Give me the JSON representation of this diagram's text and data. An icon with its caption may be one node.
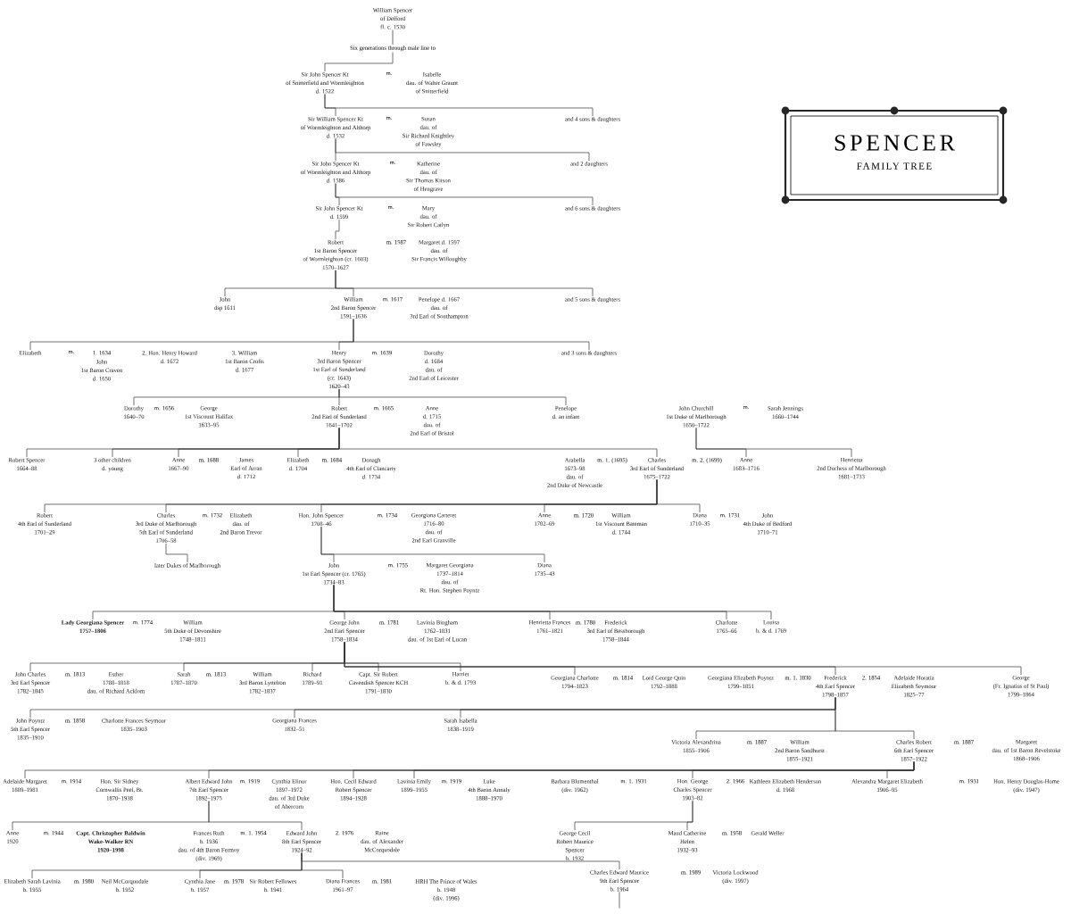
{
  "diagram": {
    "title": "SPENCER",
    "nodes": [
      {
        "text": [
          "William Spencer",
          "of Defford",
          "fl. c. 1530"
        ]
      },
      {
        "text": [
          "Sir John Spencer Kt",
          "of Snitterfield and Wormleighton",
          "d. 1522"
        ]
      },
      {
        "text": [
          "Isabelle",
          "dau. of Walter Graunt",
          "of Snitterfield"
        ]
      },
      {
        "text": [
          "Sir William Spencer Kt",
          "of Wormleighton and Althorp",
          "d. 1532"
        ]
      },
      {
        "text": [
          "Susan",
          "dau. of",
          "Sir Richard Knightley",
          "of Fawsley"
        ]
      },
      {
        "text": [
          "and 4 sons & daughters"
        ]
      },
      {
        "text": [
          "Sir John Spencer Kt",
          "of Wormleighton and Althorp",
          "d. 1586"
        ]
      },
      {
        "text": [
          "Katherine",
          "dau. of",
          "Sir Thomas Kitson",
          "of Hengrave"
        ]
      },
      {
        "text": [
          "and 2 daughters"
        ]
      },
      {
        "text": [
          "Sir John Spencer Kt",
          "d. 1599"
        ]
      },
      {
        "text": [
          "Mary",
          "dau. of",
          "Sir Robert Catlyn"
        ]
      },
      {
        "text": [
          "and 6 sons & daughters"
        ]
      },
      {
        "text": [
          "Robert",
          "1st Baron Spencer",
          "of Wormleighton (cr. 1603)",
          "1570–1627"
        ]
      },
      {
        "text": [
          "Margaret d. 1597",
          "dau. of",
          "Sir Francis Willoughby"
        ]
      },
      {
        "text": [
          "John",
          "dsp 1611"
        ]
      },
      {
        "text": [
          "William",
          "2nd Baron Spencer",
          "1591–1636"
        ]
      },
      {
        "text": [
          "Penelope d. 1667",
          "dau. of",
          "3rd Earl of Southampton"
        ]
      },
      {
        "text": [
          "and 5 sons & daughters"
        ]
      },
      {
        "text": [
          "Elizabeth"
        ]
      },
      {
        "text": [
          "John",
          "1st Baron Craven",
          "d. 1650"
        ]
      },
      {
        "text": [
          "2. Hon. Henry Howard",
          "d. 1672"
        ]
      },
      {
        "text": [
          "3. William",
          "1st Baron Crofts",
          "d. 1677"
        ]
      },
      {
        "text": [
          "Henry",
          "3rd Baron Spencer",
          "1st Earl of Sunderland",
          "(cr. 1643)",
          "1620–43"
        ]
      },
      {
        "text": [
          "Dorothy",
          "d. 1684",
          "dau. of",
          "2nd Earl of Leicester"
        ]
      },
      {
        "text": [
          "and 3 sons & daughters"
        ]
      },
      {
        "text": [
          "Dorothy",
          "1640–70"
        ]
      },
      {
        "text": [
          "George",
          "1st Viscount Halifax",
          "1633–95"
        ]
      },
      {
        "text": [
          "Robert",
          "2nd Earl of Sunderland",
          "1641–1702"
        ]
      },
      {
        "text": [
          "Anne",
          "d. 1715",
          "dau. of",
          "2nd Earl of Bristol"
        ]
      },
      {
        "text": [
          "Penelope",
          "d. an infant"
        ]
      },
      {
        "text": [
          "John Churchill",
          "1st Duke of Marlborough",
          "1650–1722"
        ]
      },
      {
        "text": [
          "Sarah Jennings",
          "1660–1744"
        ]
      },
      {
        "text": [
          "Robert Spencer",
          "1664–88"
        ]
      },
      {
        "text": [
          "3 other children",
          "d. young"
        ]
      },
      {
        "text": [
          "Anne",
          "1667–90"
        ]
      },
      {
        "text": [
          "James",
          "Earl of Arran",
          "d. 1712"
        ]
      },
      {
        "text": [
          "Elizabeth",
          "d. 1704"
        ]
      },
      {
        "text": [
          "Donagh",
          "4th Earl of Clancarty",
          "d. 1734"
        ]
      },
      {
        "text": [
          "Arabella",
          "1673–98",
          "dau. of",
          "2nd Duke of Newcastle"
        ]
      },
      {
        "text": [
          "Charles",
          "3rd Earl of Sunderland",
          "1675–1722"
        ]
      },
      {
        "text": [
          "Anne",
          "1683–1716"
        ]
      },
      {
        "text": [
          "Henrietta",
          "2nd Duchess of Marlborough",
          "1681–1733"
        ]
      },
      {
        "text": [
          "Robert",
          "4th Earl of Sunderland",
          "1701–29"
        ]
      },
      {
        "text": [
          "Charles",
          "3rd Duke of Marlborough",
          "5th Earl of Sunderland",
          "1706–58"
        ]
      },
      {
        "text": [
          "Elizabeth",
          "dau. of",
          "2nd Baron Trevor"
        ]
      },
      {
        "text": [
          "later Dukes of Marlborough"
        ]
      },
      {
        "text": [
          "Hon. John Spencer",
          "1708–46"
        ]
      },
      {
        "text": [
          "Georgiana Carteret",
          "1716–80",
          "dau. of",
          "2nd Earl Granville"
        ]
      },
      {
        "text": [
          "Anne",
          "1702–69"
        ]
      },
      {
        "text": [
          "William",
          "1st Viscount Bateman",
          "d. 1744"
        ]
      },
      {
        "text": [
          "Diana",
          "1710–35"
        ]
      },
      {
        "text": [
          "John",
          "4th Duke of Bedford",
          "1710–71"
        ]
      },
      {
        "text": [
          "John",
          "1st Earl Spencer (cr. 1765)",
          "1734–83"
        ]
      },
      {
        "text": [
          "Margaret Georgiana",
          "1737–1814",
          "dau. of",
          "Rt. Hon. Stephen Poyntz"
        ]
      },
      {
        "text": [
          "Diana",
          "1735–43"
        ]
      },
      {
        "text": [
          "Lady Georgiana Spencer",
          "1757–1806"
        ]
      },
      {
        "text": [
          "William",
          "5th Duke of Devonshire",
          "1748–1811"
        ]
      },
      {
        "text": [
          "George John",
          "2nd Earl Spencer",
          "1758–1834"
        ]
      },
      {
        "text": [
          "Lavinia Bingham",
          "1762–1831",
          "dau. of 1st Earl of Lucan"
        ]
      },
      {
        "text": [
          "Henrietta Frances",
          "1761–1821"
        ]
      },
      {
        "text": [
          "Frederick",
          "3rd Earl of Bessborough",
          "1758–1844"
        ]
      },
      {
        "text": [
          "Charlotte",
          "1765–66"
        ]
      },
      {
        "text": [
          "Louisa",
          "b. & d. 1769"
        ]
      },
      {
        "text": [
          "John Charles",
          "3rd Earl Spencer",
          "1782–1845"
        ]
      },
      {
        "text": [
          "Esther",
          "1788–1818",
          "dau. of Richard Acklom"
        ]
      },
      {
        "text": [
          "Sarah",
          "1787–1870"
        ]
      },
      {
        "text": [
          "William",
          "3rd Baron Lyttelton",
          "1782–1837"
        ]
      },
      {
        "text": [
          "Richard",
          "1789–91"
        ]
      },
      {
        "text": [
          "Capt. Sir Robert",
          "Cavendish Spencer KCH",
          "1791–1830"
        ]
      },
      {
        "text": [
          "Harriet",
          "b. & d. 1793"
        ]
      },
      {
        "text": [
          "Georgiana Charlotte",
          "1794–1823"
        ]
      },
      {
        "text": [
          "Lord George Quin",
          "1792–1888"
        ]
      },
      {
        "text": [
          "Georgiana Elizabeth Poyntz",
          "1799–1851"
        ]
      },
      {
        "text": [
          "Frederick",
          "4th Earl Spencer",
          "1798–1857"
        ]
      },
      {
        "text": [
          "Adelaide Horatia",
          "Elizabeth Seymour",
          "1825–77"
        ]
      },
      {
        "text": [
          "George",
          "(Fr. Ignatius of St Paul)",
          "1799–1864"
        ]
      },
      {
        "text": [
          "John Poyntz",
          "5th Earl Spencer",
          "1835–1910"
        ]
      },
      {
        "text": [
          "Charlotte Frances Seymour",
          "1835–1903"
        ]
      },
      {
        "text": [
          "Georgiana Frances",
          "1832–51"
        ]
      },
      {
        "text": [
          "Sarah Isabella",
          "1838–1919"
        ]
      },
      {
        "text": [
          "Victoria Alexandrina",
          "1855–1906"
        ]
      },
      {
        "text": [
          "William",
          "2nd Baron Sandhurst",
          "1855–1921"
        ]
      },
      {
        "text": [
          "Charles Robert",
          "6th Earl Spencer",
          "1857–1922"
        ]
      },
      {
        "text": [
          "Margaret",
          "dau. of 1st Baron Revelstoke",
          "1868–1906"
        ]
      },
      {
        "text": [
          "Adelaide Margaret",
          "1889–1981"
        ]
      },
      {
        "text": [
          "Hon. Sir Sidney",
          "Cornwallis Peel, Bt.",
          "1870–1938"
        ]
      },
      {
        "text": [
          "Albert Edward John",
          "7th Earl Spencer",
          "1892–1975"
        ]
      },
      {
        "text": [
          "Cynthia Elinor",
          "1897–1972",
          "dau. of 3rd Duke",
          "of Abercorn"
        ]
      },
      {
        "text": [
          "Hon. Cecil Edward",
          "Robert Spencer",
          "1894–1928"
        ]
      },
      {
        "text": [
          "Lavinia Emily",
          "1899–1955"
        ]
      },
      {
        "text": [
          "Luke",
          "4th Baron Annaly",
          "1888–1970"
        ]
      },
      {
        "text": [
          "Barbara Blumenthal",
          "(div. 1962)"
        ]
      },
      {
        "text": [
          "Hon. George",
          "Charles Spencer",
          "1903–82"
        ]
      },
      {
        "text": [
          "Kathleen Elizabeth Henderson",
          "d. 1968"
        ]
      },
      {
        "text": [
          "Alexandra Margaret Elizabeth",
          "1906–95"
        ]
      },
      {
        "text": [
          "Hon. Henry Douglas-Home",
          "(div. 1947)"
        ]
      },
      {
        "text": [
          "Anne",
          "1920"
        ]
      },
      {
        "text": [
          "Capt. Christopher Baldwin",
          "Wake-Walker RN",
          "1920–1998"
        ]
      },
      {
        "text": [
          "Frances Ruth",
          "b. 1936",
          "dau. of 4th Baron Fermoy",
          "(div. 1969)"
        ]
      },
      {
        "text": [
          "Edward John",
          "8th Earl Spencer",
          "1924–92"
        ]
      },
      {
        "text": [
          "Raine",
          "dau. of Alexander",
          "McCorquodale"
        ]
      },
      {
        "text": [
          "George Cecil",
          "Robert Maurice",
          "Spencer",
          "b. 1932"
        ]
      },
      {
        "text": [
          "Maud Catherine",
          "Helen",
          "1932–93"
        ]
      },
      {
        "text": [
          "Gerald Weller"
        ]
      },
      {
        "text": [
          "Elizabeth Sarah Lavinia",
          "b. 1955"
        ]
      },
      {
        "text": [
          "Neil McCorquodale",
          "b. 1952"
        ]
      },
      {
        "text": [
          "Cynthia Jane",
          "b. 1957"
        ]
      },
      {
        "text": [
          "Sir Robert Fellowes",
          "b. 1941"
        ]
      },
      {
        "text": [
          "Diana Frances",
          "1961–97"
        ]
      },
      {
        "text": [
          "HRH The Prince of Wales",
          "b. 1948",
          "(div. 1996)"
        ]
      },
      {
        "text": [
          "Charles Edward Maurice",
          "9th Earl Spencer",
          "b. 1964"
        ]
      },
      {
        "text": [
          "Victoria Lockwood",
          "(div. 1997)"
        ]
      }
    ],
    "edges": [
      {
        "from": 0,
        "to": 1,
        "arrow": "none",
        "label": "Six generations through male line to"
      },
      {
        "from": 1,
        "to": 3,
        "arrow": "none"
      },
      {
        "from": 1,
        "to": 5,
        "arrow": "none"
      },
      {
        "from": 3,
        "to": 6,
        "arrow": "none"
      },
      {
        "from": 3,
        "to": 8,
        "arrow": "none"
      },
      {
        "from": 6,
        "to": 9,
        "arrow": "none"
      },
      {
        "from": 6,
        "to": 11,
        "arrow": "none"
      },
      {
        "from": 9,
        "to": 12,
        "arrow": "none"
      },
      {
        "from": 12,
        "to": 14,
        "arrow": "none"
      },
      {
        "from": 12,
        "to": 15,
        "arrow": "none"
      },
      {
        "from": 12,
        "to": 17,
        "arrow": "none"
      },
      {
        "from": 15,
        "to": 18,
        "arrow": "none"
      },
      {
        "from": 15,
        "to": 22,
        "arrow": "none"
      },
      {
        "from": 15,
        "to": 24,
        "arrow": "none"
      },
      {
        "from": 22,
        "to": 25,
        "arrow": "none"
      },
      {
        "from": 22,
        "to": 27,
        "arrow": "none"
      },
      {
        "from": 22,
        "to": 29,
        "arrow": "none"
      },
      {
        "from": 27,
        "to": 32,
        "arrow": "none"
      },
      {
        "from": 27,
        "to": 33,
        "arrow": "none"
      },
      {
        "from": 27,
        "to": 34,
        "arrow": "none"
      },
      {
        "from": 27,
        "to": 36,
        "arrow": "none"
      },
      {
        "from": 27,
        "to": 39,
        "arrow": "none"
      },
      {
        "from": 30,
        "to": 40,
        "arrow": "none"
      },
      {
        "from": 30,
        "to": 41,
        "arrow": "none"
      },
      {
        "from": 39,
        "to": 42,
        "arrow": "none"
      },
      {
        "from": 39,
        "to": 43,
        "arrow": "none"
      },
      {
        "from": 39,
        "to": 46,
        "arrow": "none"
      },
      {
        "from": 39,
        "to": 48,
        "arrow": "none"
      },
      {
        "from": 39,
        "to": 50,
        "arrow": "none"
      },
      {
        "from": 43,
        "to": 45,
        "arrow": "none"
      },
      {
        "from": 46,
        "to": 52,
        "arrow": "none"
      },
      {
        "from": 46,
        "to": 54,
        "arrow": "none"
      },
      {
        "from": 52,
        "to": 55,
        "arrow": "none"
      },
      {
        "from": 52,
        "to": 57,
        "arrow": "none"
      },
      {
        "from": 52,
        "to": 59,
        "arrow": "none"
      },
      {
        "from": 52,
        "to": 61,
        "arrow": "none"
      },
      {
        "from": 52,
        "to": 62,
        "arrow": "none"
      },
      {
        "from": 57,
        "to": 63,
        "arrow": "none"
      },
      {
        "from": 57,
        "to": 65,
        "arrow": "none"
      },
      {
        "from": 57,
        "to": 67,
        "arrow": "none"
      },
      {
        "from": 57,
        "to": 68,
        "arrow": "none"
      },
      {
        "from": 57,
        "to": 69,
        "arrow": "none"
      },
      {
        "from": 57,
        "to": 70,
        "arrow": "none"
      },
      {
        "from": 57,
        "to": 73,
        "arrow": "none"
      },
      {
        "from": 57,
        "to": 75,
        "arrow": "none"
      },
      {
        "from": 73,
        "to": 76,
        "arrow": "none"
      },
      {
        "from": 73,
        "to": 78,
        "arrow": "none"
      },
      {
        "from": 73,
        "to": 79,
        "arrow": "none"
      },
      {
        "from": 73,
        "to": 80,
        "arrow": "none"
      },
      {
        "from": 73,
        "to": 82,
        "arrow": "none"
      },
      {
        "from": 82,
        "to": 84,
        "arrow": "none"
      },
      {
        "from": 82,
        "to": 86,
        "arrow": "none"
      },
      {
        "from": 82,
        "to": 88,
        "arrow": "none"
      },
      {
        "from": 82,
        "to": 89,
        "arrow": "none"
      },
      {
        "from": 82,
        "to": 92,
        "arrow": "none"
      },
      {
        "from": 82,
        "to": 94,
        "arrow": "none"
      },
      {
        "from": 86,
        "to": 96,
        "arrow": "none"
      },
      {
        "from": 86,
        "to": 99,
        "arrow": "none"
      },
      {
        "from": 92,
        "to": 101,
        "arrow": "none"
      },
      {
        "from": 92,
        "to": 102,
        "arrow": "none"
      },
      {
        "from": 99,
        "to": 104,
        "arrow": "none"
      },
      {
        "from": 99,
        "to": 106,
        "arrow": "none"
      },
      {
        "from": 99,
        "to": 108,
        "arrow": "none"
      },
      {
        "from": 99,
        "to": 110,
        "arrow": "none"
      },
      {
        "from": 110,
        "to": null,
        "arrow": "none"
      }
    ],
    "labels": [
      "FAMILY TREE",
      "m.",
      "m.",
      "m.",
      "m.",
      "m. 1587",
      "m. 1617",
      "m.",
      "1. 1634",
      "m. 1639",
      "m. 1656",
      "m. 1665",
      "m.",
      "m. 1688",
      "m. 1684",
      "m. 1. (1695)",
      "m. 2. (1699)",
      "m. 1732",
      "m. 1734",
      "m. 1720",
      "m. 1731",
      "m. 1755",
      "m. 1774",
      "m. 1781",
      "m. 1780",
      "m. 1813",
      "m. 1813",
      "m. 1814",
      "m. 1. 1830",
      "2. 1854",
      "m. 1858",
      "m. 1887",
      "m. 1887",
      "m. 1914",
      "m. 1919",
      "m. 1919",
      "m. 1. 1931",
      "2. 1966",
      "m. 1931",
      "m. 1944",
      "m. 1. 1954",
      "2. 1976",
      "m. 1958",
      "m. 1980",
      "m. 1978",
      "m. 1981",
      "m. 1989"
    ]
  }
}
